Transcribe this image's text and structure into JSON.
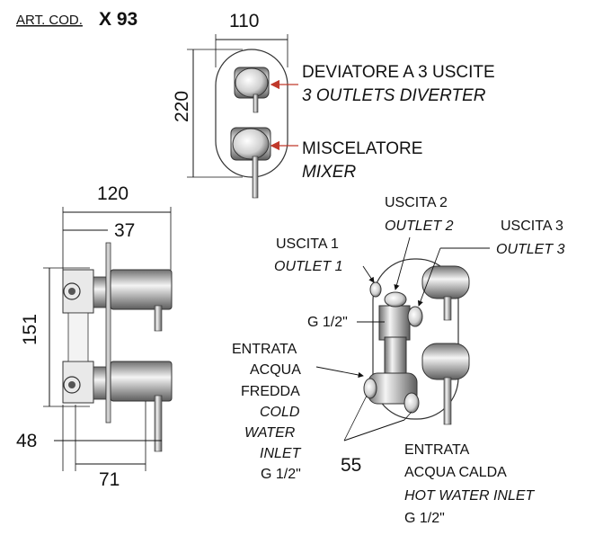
{
  "header": {
    "art_label": "ART. COD.",
    "code": "X 93"
  },
  "front_view": {
    "width_dim": "110",
    "height_dim": "220",
    "diverter": {
      "label": "DEVIATORE A 3 USCITE",
      "label_en": "3 OUTLETS DIVERTER"
    },
    "mixer": {
      "label": "MISCELATORE",
      "label_en": "MIXER"
    }
  },
  "side_view": {
    "depth_dim": "120",
    "plate_dim": "37",
    "height_dim": "151",
    "bottom_dim": "48",
    "body_dim": "71"
  },
  "iso_view": {
    "outlet1": {
      "label": "USCITA 1",
      "label_en": "OUTLET 1"
    },
    "outlet2": {
      "label": "USCITA 2",
      "label_en": "OUTLET 2"
    },
    "outlet3": {
      "label": "USCITA 3",
      "label_en": "OUTLET 3"
    },
    "thread_outlet": "G 1/2\"",
    "cold": {
      "l1": "ENTRATA",
      "l2": "ACQUA",
      "l3": "FREDDA",
      "en1": "COLD",
      "en2": "WATER",
      "en3": "INLET",
      "thread": "G 1/2\""
    },
    "hot": {
      "l1": "ENTRATA",
      "l2": "ACQUA CALDA",
      "en": "HOT WATER INLET",
      "thread": "G 1/2\""
    },
    "spacing_dim": "55"
  },
  "colors": {
    "line": "#111111",
    "arrow": "#c0392b",
    "steel_light": "#f2f2f2",
    "steel_dark": "#777777"
  }
}
